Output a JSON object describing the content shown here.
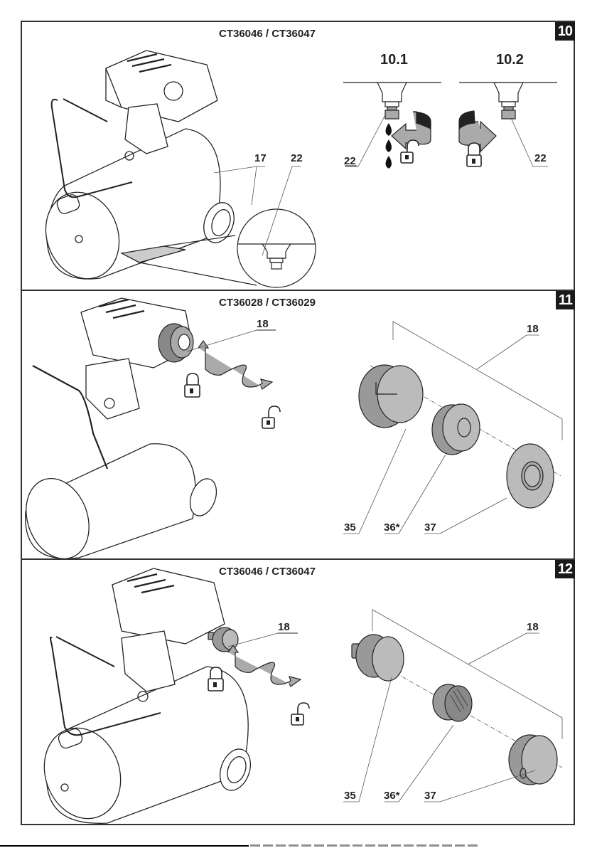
{
  "panels": [
    {
      "id": "10",
      "title": "CT36046 / CT36047",
      "subfigures": [
        {
          "label": "10.1",
          "part": "22",
          "action": "open",
          "icons": [
            "drain-valve-icon",
            "counterclockwise-arrow-icon",
            "water-drops-icon",
            "unlocked-padlock-icon"
          ]
        },
        {
          "label": "10.2",
          "part": "22",
          "action": "close",
          "icons": [
            "drain-valve-icon",
            "clockwise-arrow-icon",
            "locked-padlock-icon"
          ]
        }
      ],
      "callouts": [
        "17",
        "22"
      ]
    },
    {
      "id": "11",
      "title": "CT36028 / CT36029",
      "callouts": [
        "18",
        "35",
        "36*",
        "37"
      ],
      "icons": [
        "locked-padlock-icon",
        "unlocked-padlock-icon",
        "twist-arrow-icon"
      ]
    },
    {
      "id": "12",
      "title": "CT36046 / CT36047",
      "callouts": [
        "18",
        "35",
        "36*",
        "37"
      ],
      "icons": [
        "locked-padlock-icon",
        "unlocked-padlock-icon",
        "twist-arrow-icon"
      ]
    }
  ],
  "colors": {
    "frame": "#333333",
    "badge_bg": "#1a1a1a",
    "badge_text": "#ffffff",
    "part_fill": "#b4b4b4",
    "line": "#222222"
  }
}
